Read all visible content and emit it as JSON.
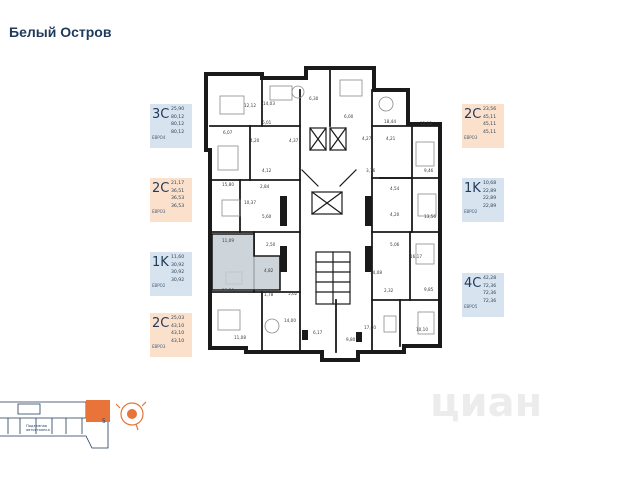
{
  "title": "Белый Остров",
  "apartments": [
    {
      "code": "3C",
      "sub": "ЕВРО4",
      "values": [
        "25,90",
        "80,12",
        "80,12",
        "80,12"
      ],
      "style": "blue",
      "x": 0
    },
    {
      "code": "2C",
      "sub": "ЕВРО3",
      "values": [
        "21,17",
        "36,51",
        "36,53",
        "36,53"
      ],
      "style": "peach"
    },
    {
      "code": "1K",
      "sub": "ЕВРО2",
      "values": [
        "11,60",
        "30,92",
        "30,92",
        "30,92"
      ],
      "style": "blue"
    },
    {
      "code": "2C",
      "sub": "ЕВРО3",
      "values": [
        "25,03",
        "43,10",
        "43,10",
        "43,10"
      ],
      "style": "peach"
    },
    {
      "code": "2C",
      "sub": "ЕВРО3",
      "values": [
        "23,56",
        "45,11",
        "45,11",
        "45,11"
      ],
      "style": "peach"
    },
    {
      "code": "1K",
      "sub": "ЕВРО2",
      "values": [
        "10,68",
        "22,89",
        "22,89",
        "22,89"
      ],
      "style": "blue"
    },
    {
      "code": "4C",
      "sub": "ЕВРО5",
      "values": [
        "42,28",
        "72,36",
        "72,36",
        "72,36"
      ],
      "style": "blue"
    }
  ],
  "rooms": [
    "12,12",
    "14,03",
    "6,30",
    "6,00",
    "18,44",
    "12,12",
    "6,07",
    "4,20",
    "4,37",
    "4,27",
    "4,21",
    "6,01",
    "4,12",
    "2,84",
    "15,80",
    "3,76",
    "4,54",
    "9,46",
    "10,37",
    "4,20",
    "13,56",
    "5,60",
    "11,09",
    "2,50",
    "5,06",
    "16,17",
    "14,08",
    "4,82",
    "15,20",
    "2,32",
    "9,85",
    "5,62",
    "1,78",
    "14,00",
    "6,17",
    "17,00",
    "10,10",
    "11,08",
    "9,80"
  ],
  "watermark": "циан",
  "map": {
    "badge": "5",
    "label": "Подземная автостоянка"
  }
}
